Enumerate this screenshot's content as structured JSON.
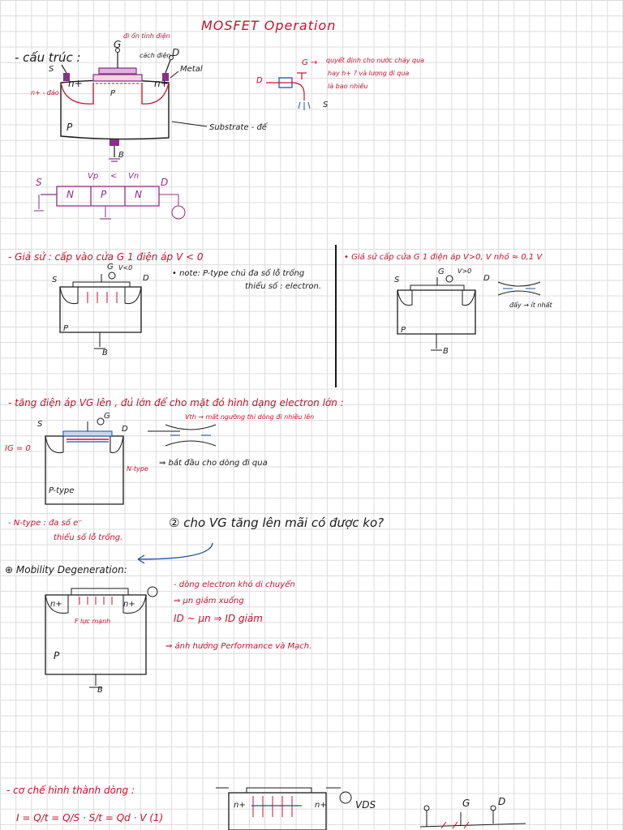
{
  "title": "MOSFET Operation",
  "structure": {
    "heading": "- cấu trúc :",
    "labels": {
      "gate": "G",
      "drain": "D",
      "source": "S",
      "bulk": "B",
      "n_left": "n+",
      "n_right": "n+",
      "p_channel": "P",
      "p_body": "P",
      "metal": "Metal",
      "substrate": "Substrate - đế",
      "gate_note": "đi ổn tỉnh điện",
      "oxide_note": "cách điện",
      "left_note": "n+ - đảo"
    },
    "valve_note": {
      "gate_arrow": "G →",
      "line1": "quyết định cho nước chảy qua",
      "line2": "hay h+ ? và lượng đi qua",
      "line3": "là bao nhiêu",
      "source": "S",
      "drain": "D"
    },
    "npn": {
      "s": "S",
      "d": "D",
      "vp": "Vp",
      "le": "<",
      "vn": "Vn",
      "cells": [
        "N",
        "P",
        "N"
      ]
    }
  },
  "assume_neg": {
    "heading": "- Giả sử : cấp vào cửa G 1 điện áp V < 0",
    "note1": "• note: P-type chủ đa số lỗ trống",
    "note2": "thiểu số : electron.",
    "labels": {
      "g": "G",
      "s": "S",
      "d": "D",
      "b": "B",
      "p": "P",
      "vin": "V<0"
    }
  },
  "assume_pos": {
    "heading": "• Giả sử cấp cửa G 1 điện áp V>0, V nhỏ ≈ 0,1 V",
    "note": "đẩy → ít nhất",
    "labels": {
      "g": "G",
      "s": "S",
      "d": "D",
      "b": "B",
      "p": "P",
      "vin": "V>0"
    }
  },
  "increase": {
    "heading": "- tăng điện áp VG lên , đủ lớn để cho mặt đó hình dạng electron lớn :",
    "vth_note": "Vth → mất ngưỡng thì dòng đi nhiều lên",
    "ig": "IG = 0",
    "ntype": "N-type",
    "ptype": "P-type",
    "flow_note": "⇒ bắt đầu cho dòng đi qua",
    "labels": {
      "g": "G",
      "s": "S",
      "d": "D"
    }
  },
  "ntype_note": {
    "line1": "- N-type : đa số e⁻",
    "line2": "thiểu số lỗ trống.",
    "question": "② cho VG tăng lên mãi có được ko?"
  },
  "mobility": {
    "heading": "⊕ Mobility Degeneration:",
    "lines": [
      "- dòng electron khó di chuyển",
      "⇒ μn giảm xuống",
      "ID ~ μn ⇒ ID giảm",
      "⇒ ảnh hưởng Performance và Mạch."
    ],
    "labels": {
      "n_left": "n+",
      "n_right": "n+",
      "p": "P",
      "b": "B",
      "f": "F lực mạnh"
    }
  },
  "bottom": {
    "heading": "- cơ chế hình thành dòng :",
    "formula": "I = Q/t = Q/S · S/t = Qd · V (1)",
    "vds": "VDS",
    "n_left": "n+",
    "n_right": "n+",
    "g": "G",
    "d": "D"
  }
}
